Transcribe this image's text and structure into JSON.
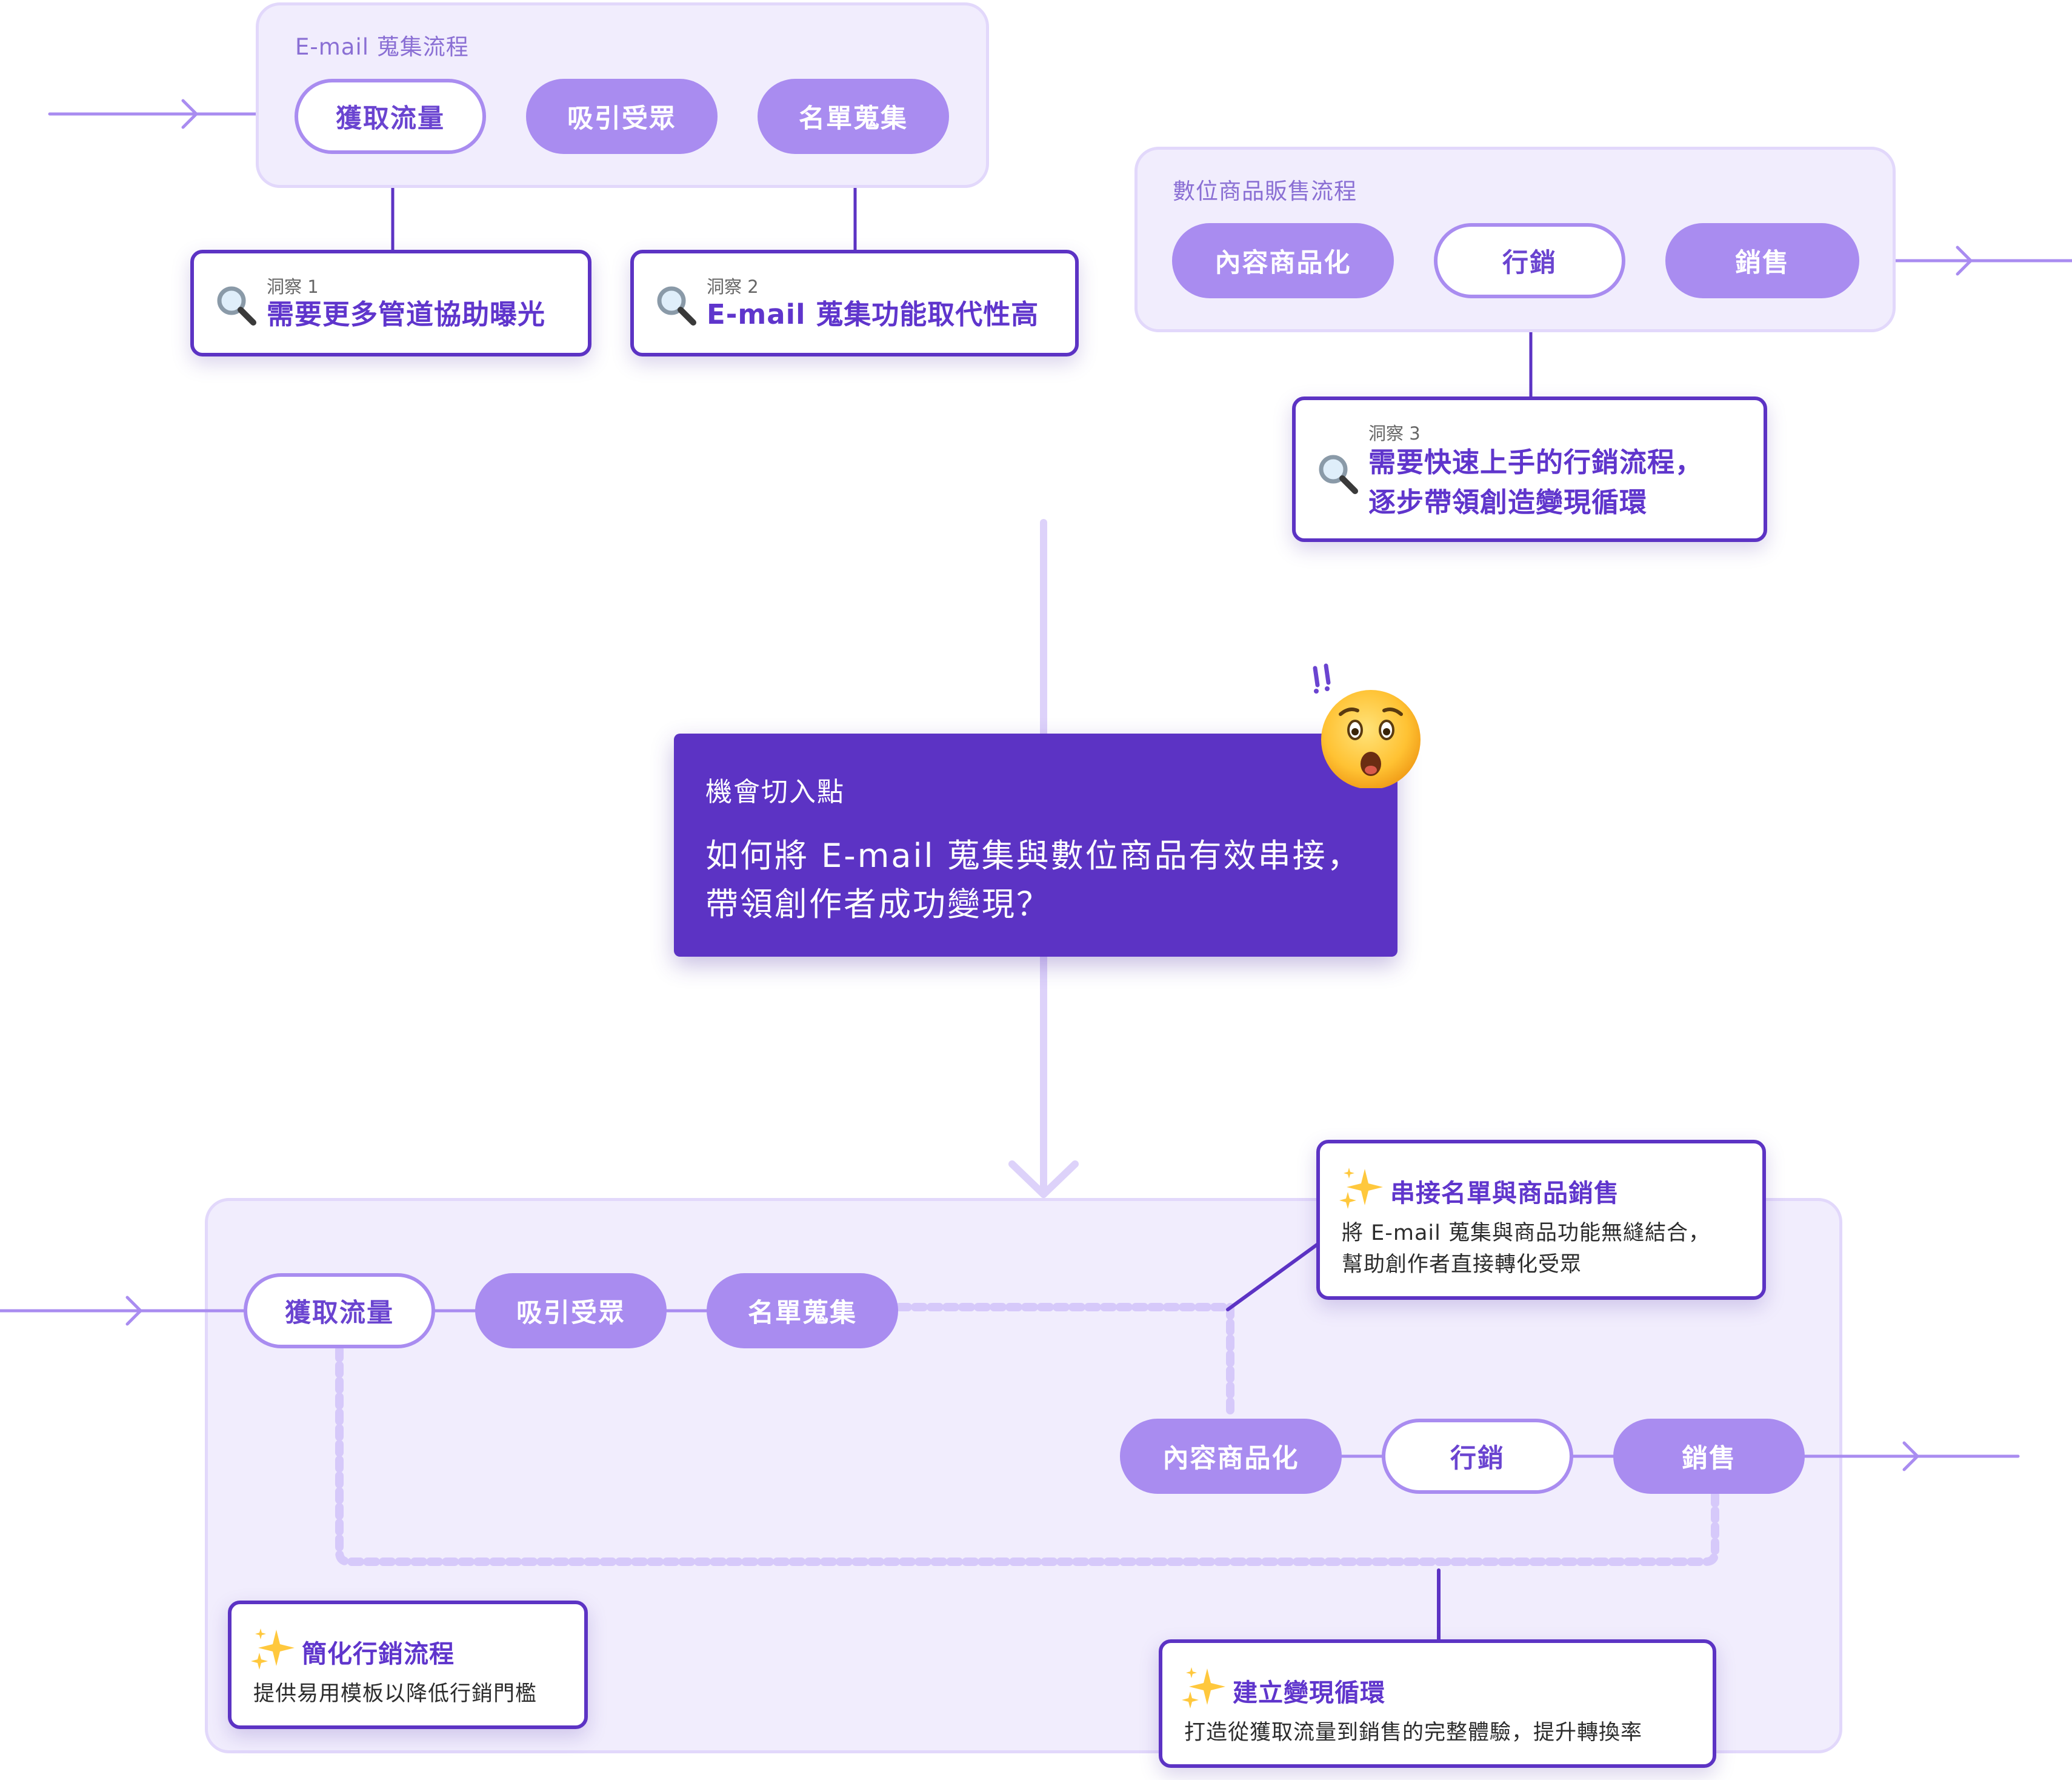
{
  "email_flow": {
    "title": "E-mail 蒐集流程",
    "steps": [
      "獲取流量",
      "吸引受眾",
      "名單蒐集"
    ]
  },
  "digital_flow": {
    "title": "數位商品販售流程",
    "steps": [
      "內容商品化",
      "行銷",
      "銷售"
    ]
  },
  "insights": [
    {
      "tag": "洞察 1",
      "text": "需要更多管道協助曝光"
    },
    {
      "tag": "洞察 2",
      "text": "E-mail 蒐集功能取代性高"
    },
    {
      "tag": "洞察 3",
      "lines": [
        "需要快速上手的行銷流程，",
        "逐步帶領創造變現循環"
      ]
    }
  ],
  "opportunity": {
    "label": "機會切入點",
    "question_lines": [
      "如何將 E-mail 蒐集與數位商品有效串接，",
      "帶領創作者成功變現？"
    ],
    "emoji": "hushed-face-with-double-exclamation"
  },
  "solution_flow": {
    "top_steps": [
      "獲取流量",
      "吸引受眾",
      "名單蒐集"
    ],
    "bottom_steps": [
      "內容商品化",
      "行銷",
      "銷售"
    ]
  },
  "solutions": [
    {
      "title": "串接名單與商品銷售",
      "lines": [
        "將 E-mail 蒐集與商品功能無縫結合，",
        "幫助創作者直接轉化受眾"
      ]
    },
    {
      "title": "簡化行銷流程",
      "lines": [
        "提供易用模板以降低行銷門檻"
      ]
    },
    {
      "title": "建立變現循環",
      "lines": [
        "打造從獲取流量到銷售的完整體驗，提升轉換率"
      ]
    }
  ],
  "colors": {
    "primary": "#5c33c4",
    "accent": "#a98cf0",
    "panel_bg": "#f1edfd",
    "panel_border": "#e2d8fb"
  }
}
